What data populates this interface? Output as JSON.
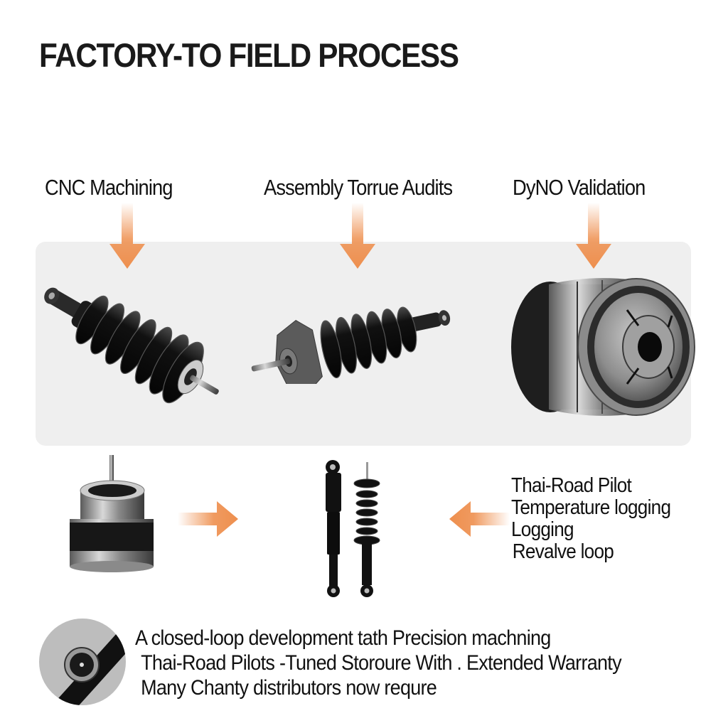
{
  "title": "FACTORY-TO FIELD PROCESS",
  "stages": [
    {
      "label": "CNC Machining",
      "image": "coilover-shock-absorber"
    },
    {
      "label": "Assembly Torrue Audits",
      "image": "coilover-with-flange-mount"
    },
    {
      "label": "DyNO Validation",
      "image": "damper-cylinder-cartridge"
    }
  ],
  "field_stage": {
    "left_image": "damper-piston-cartridge",
    "center_image": "pair-of-shock-absorbers",
    "notes": [
      "Thai-Road Pilot",
      "Temperature logging",
      "Logging",
      "Revalve loop"
    ]
  },
  "summary": {
    "thumbnail": "shock-eyelet-closeup",
    "lines": [
      "A closed-loop development tath Precision machning",
      "Thai-Road Pilots -Tuned Storoure With . Extended Warranty",
      "Many Chanty distributors now requre"
    ]
  },
  "colors": {
    "arrow": "#EE8F4E",
    "panel": "#EFEFEF",
    "text": "#151515"
  }
}
